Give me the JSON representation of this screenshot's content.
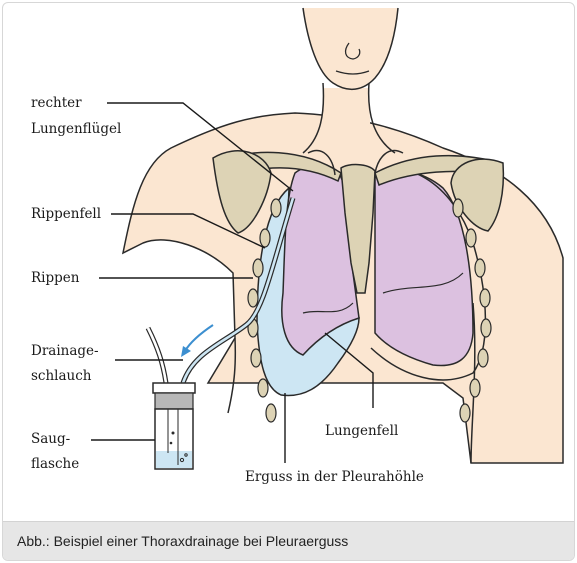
{
  "labels": {
    "rechter_lungenfluegel_1": "rechter",
    "rechter_lungenfluegel_2": "Lungenflügel",
    "rippenfell": "Rippenfell",
    "rippen": "Rippen",
    "drainage_1": "Drainage-",
    "drainage_2": "schlauch",
    "saug_1": "Saug-",
    "saug_2": "flasche",
    "lungenfell": "Lungenfell",
    "erguss": "Erguss in der Pleurahöhle"
  },
  "caption": "Abb.: Beispiel einer Thoraxdrainage bei Pleuraerguss",
  "colors": {
    "skin": "#fbe6d1",
    "lung": "#dcc1e0",
    "effusion": "#cde6f3",
    "bone": "#ddd3b5",
    "flow_arrow": "#3c8fd0",
    "caption_bg": "#e6e6e6"
  }
}
